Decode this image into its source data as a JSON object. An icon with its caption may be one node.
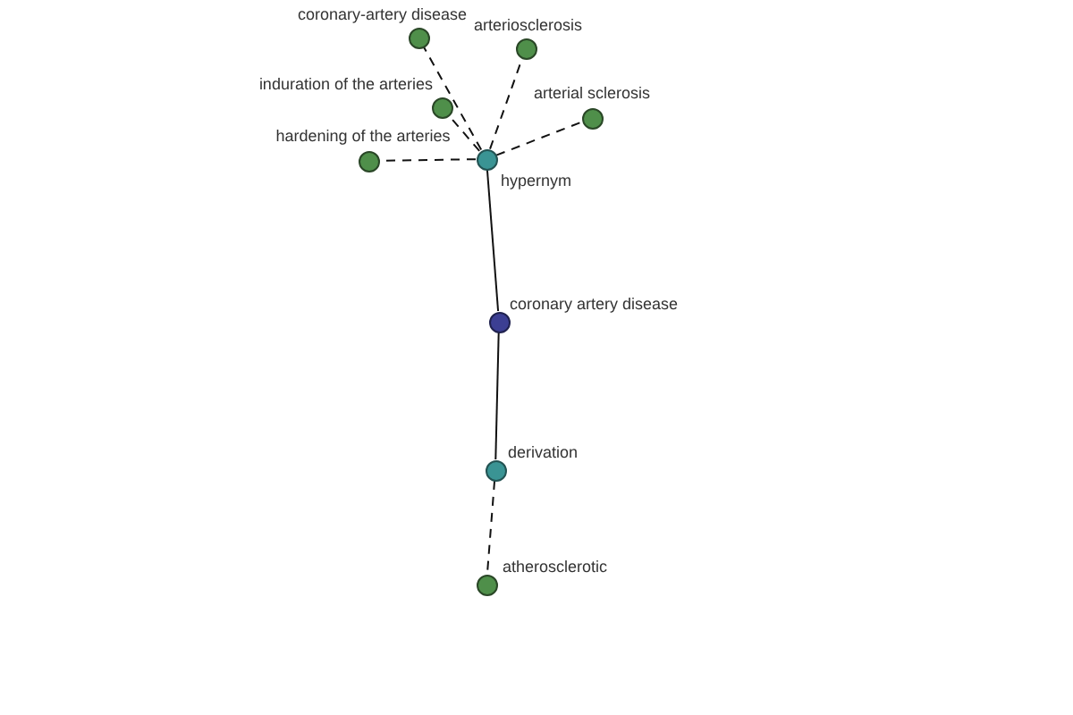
{
  "diagram": {
    "nodes": [
      {
        "text": [
          "coronary-artery disease"
        ]
      },
      {
        "text": [
          "arteriosclerosis"
        ]
      },
      {
        "text": [
          "induration of the arteries"
        ]
      },
      {
        "text": [
          "arterial sclerosis"
        ]
      },
      {
        "text": [
          "hardening of the arteries"
        ]
      },
      {
        "text": [
          "hypernym"
        ]
      },
      {
        "text": [
          "coronary artery disease"
        ]
      },
      {
        "text": [
          "derivation"
        ]
      },
      {
        "text": [
          "atherosclerotic"
        ]
      }
    ],
    "edges": [
      {
        "from": 5,
        "to": 0,
        "arrow": "none",
        "style": "dashed"
      },
      {
        "from": 5,
        "to": 1,
        "arrow": "none",
        "style": "dashed"
      },
      {
        "from": 5,
        "to": 2,
        "arrow": "none",
        "style": "dashed"
      },
      {
        "from": 5,
        "to": 3,
        "arrow": "none",
        "style": "dashed"
      },
      {
        "from": 5,
        "to": 4,
        "arrow": "none",
        "style": "dashed"
      },
      {
        "from": 6,
        "to": 5,
        "arrow": "none"
      },
      {
        "from": 6,
        "to": 7,
        "arrow": "none"
      },
      {
        "from": 7,
        "to": 8,
        "arrow": "none",
        "style": "dashed"
      }
    ]
  }
}
